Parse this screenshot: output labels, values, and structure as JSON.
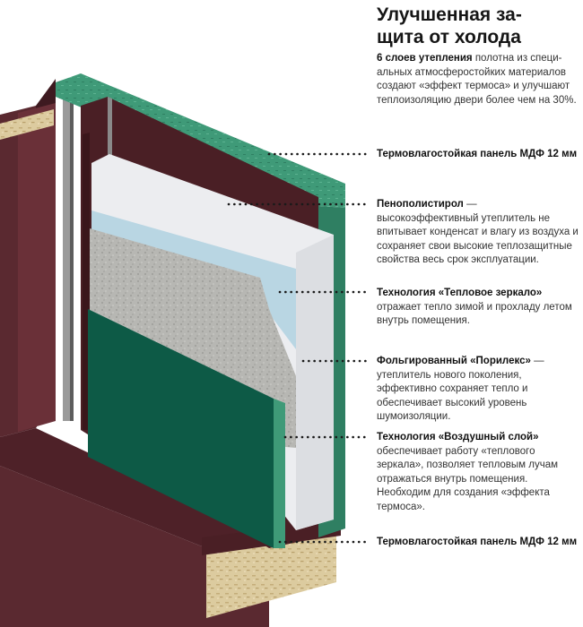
{
  "title_line1": "Улучшенная за-",
  "title_line2": "щита от холода",
  "intro": {
    "bold": "6 слоев утепления",
    "text": "полотна из специ-альных атмосферостойких материалов создают «эффект термоса» и улучшают теплоизоляцию двери более чем на 30%."
  },
  "callouts": [
    {
      "bold": "Термовлагостойкая панель МДФ 12 мм",
      "text": ""
    },
    {
      "bold": "Пенополистирол",
      "text": "— высокоэффективный утеплитель не впитывает конденсат и влагу из воздуха и сохраняет свои высокие теплозащитные свойства весь срок эксплуатации."
    },
    {
      "bold": "Технология «Тепловое зеркало»",
      "text": "отражает тепло зимой и прохладу летом внутрь помещения."
    },
    {
      "bold": "Фольгированный «Порилекс»",
      "text": "— утеплитель нового поколения, эффективно сохраняет тепло и обеспечивает высокий уровень шумоизоляции."
    },
    {
      "bold": "Технология «Воздушный слой»",
      "text": "обеспечивает работу «теплового зеркала», позволяет тепловым лучам отражаться внутрь помещения. Необходим для создания «эффекта термоса»."
    },
    {
      "bold": "Термовлагостойкая панель МДФ 12 мм",
      "text": ""
    }
  ],
  "colors": {
    "frame": "#4a1f25",
    "frame_light": "#6b2e35",
    "green_panel": "#0d5a46",
    "green_mdf": "#3f9a78",
    "foam": "#eceef0",
    "foil": "#b9d6e3",
    "porilex": "#b4b4b0",
    "wood": "#d9c79a"
  }
}
